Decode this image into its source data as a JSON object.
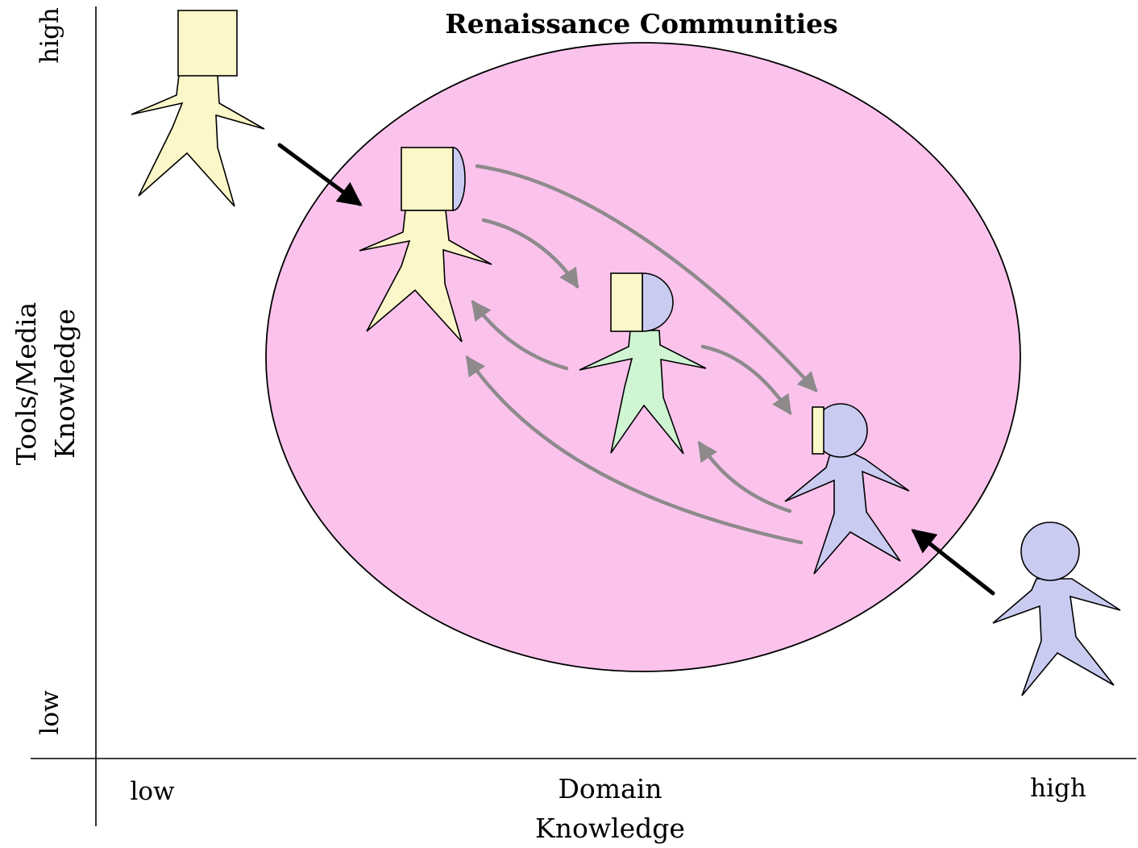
{
  "title": "Renaissance Communities",
  "x_axis": {
    "label_line1": "Domain",
    "label_line2": "Knowledge",
    "low": "low",
    "high": "high"
  },
  "y_axis": {
    "label_line1": "Tools/Media",
    "label_line2": "Knowledge",
    "low": "low",
    "high": "high"
  },
  "colors": {
    "community": "#fbc3ec",
    "tools_person": "#fbf7c8",
    "domain_person": "#c9cbf1",
    "balanced_person": "#cff5d2",
    "entry_arrow": "#000000",
    "exchange_arrow": "#8e8a8c"
  },
  "figures": [
    {
      "name": "outside-tools-expert",
      "icon": "square-head-person"
    },
    {
      "name": "community-tools-expert",
      "icon": "square-head-semicircle-person"
    },
    {
      "name": "community-balanced-member",
      "icon": "half-square-half-circle-person"
    },
    {
      "name": "community-domain-expert",
      "icon": "circle-head-thin-square-person"
    },
    {
      "name": "outside-domain-expert",
      "icon": "circle-head-person"
    }
  ]
}
